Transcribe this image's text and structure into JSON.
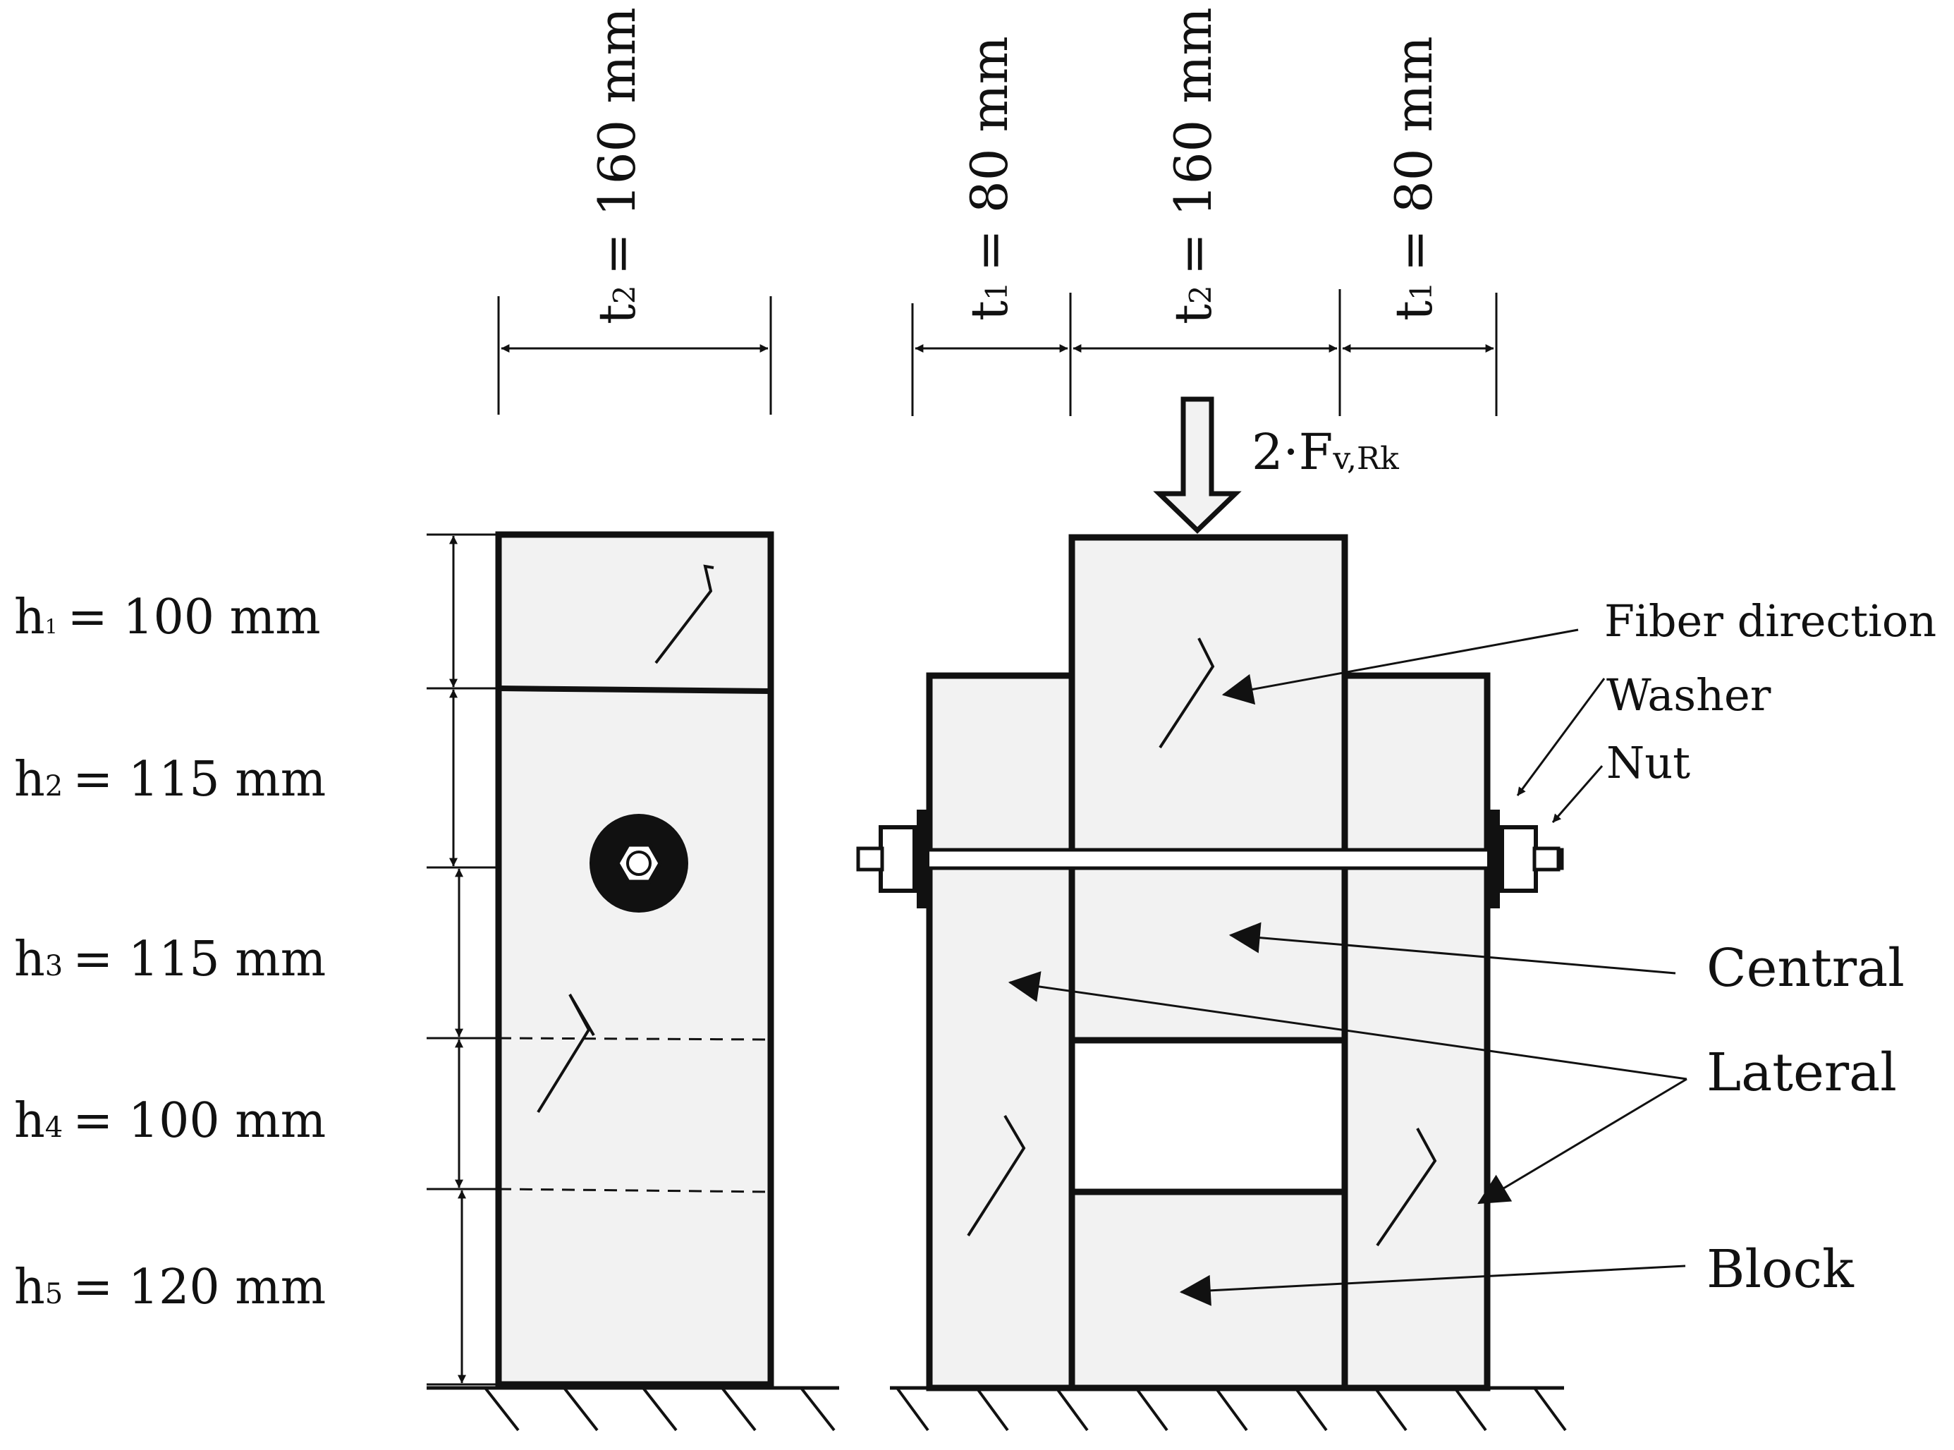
{
  "colors": {
    "stroke": "#111111",
    "fill": "#f2f2f2",
    "background": "#ffffff"
  },
  "top_dims": {
    "left_t2": {
      "text": "= 160 mm",
      "symbol": "t",
      "sub": "2"
    },
    "right_t1a": {
      "text": "= 80 mm",
      "symbol": "t",
      "sub": "1"
    },
    "right_t2": {
      "text": "= 160 mm",
      "symbol": "t",
      "sub": "2"
    },
    "right_t1b": {
      "text": "= 80 mm",
      "symbol": "t",
      "sub": "1"
    }
  },
  "heights": [
    {
      "symbol": "h",
      "sub": "1",
      "text": "= 100 mm"
    },
    {
      "symbol": "h",
      "sub": "2",
      "text": "= 115 mm"
    },
    {
      "symbol": "h",
      "sub": "3",
      "text": "= 115 mm"
    },
    {
      "symbol": "h",
      "sub": "4",
      "text": "= 100 mm"
    },
    {
      "symbol": "h",
      "sub": "5",
      "text": "= 120 mm"
    }
  ],
  "load": {
    "prefix": "2·F",
    "sub": "v,Rk"
  },
  "callouts": {
    "fiber_direction": "Fiber direction",
    "washer": "Washer",
    "nut": "Nut",
    "central": "Central",
    "lateral": "Lateral",
    "block": "Block"
  }
}
